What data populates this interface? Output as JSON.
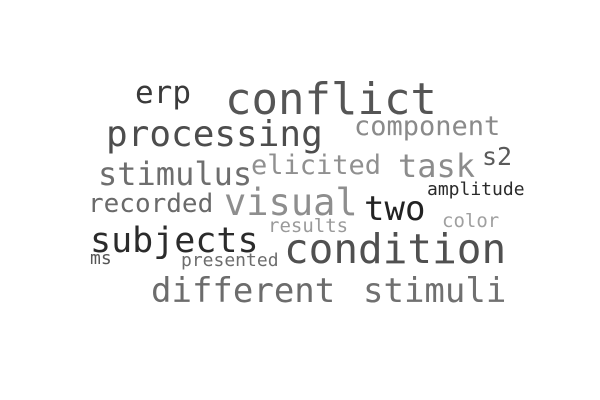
{
  "words": {
    "erp": {
      "text": "erp",
      "color": "#3a3a3a"
    },
    "conflict": {
      "text": "conflict",
      "color": "#555555"
    },
    "processing": {
      "text": "processing",
      "color": "#4d4d4d"
    },
    "component": {
      "text": "component",
      "color": "#8a8a8a"
    },
    "stimulus": {
      "text": "stimulus",
      "color": "#6e6e6e"
    },
    "elicited": {
      "text": "elicited",
      "color": "#909090"
    },
    "task": {
      "text": "task",
      "color": "#8c8c8c"
    },
    "s2": {
      "text": "s2",
      "color": "#5a5a5a"
    },
    "amplitude": {
      "text": "amplitude",
      "color": "#2a2a2a"
    },
    "recorded": {
      "text": "recorded",
      "color": "#6a6a6a"
    },
    "visual": {
      "text": "visual",
      "color": "#8e8e8e"
    },
    "two": {
      "text": "two",
      "color": "#222222"
    },
    "color": {
      "text": "color",
      "color": "#a0a0a0"
    },
    "results": {
      "text": "results",
      "color": "#9a9a9a"
    },
    "subjects": {
      "text": "subjects",
      "color": "#2b2b2b"
    },
    "condition": {
      "text": "condition",
      "color": "#505050"
    },
    "ms": {
      "text": "ms",
      "color": "#555555"
    },
    "presented": {
      "text": "presented",
      "color": "#6d6d6d"
    },
    "different": {
      "text": "different",
      "color": "#6c6c6c"
    },
    "stimuli": {
      "text": "stimuli",
      "color": "#707070"
    }
  }
}
